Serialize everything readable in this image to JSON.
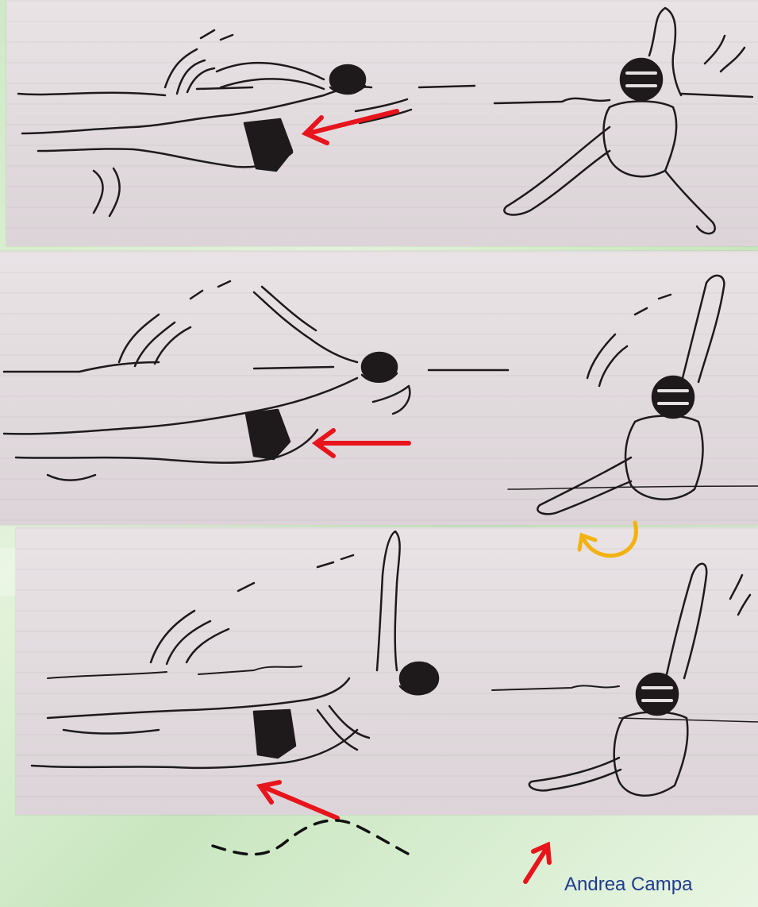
{
  "author": {
    "text": "Andrea Campa"
  },
  "colors": {
    "background": "#d7eed0",
    "paper": "#e6dfe2",
    "ink": "#1e1a1c",
    "arrow_red": "#e8141c",
    "arrow_orange": "#f2b20f",
    "dashes": "#111111",
    "caption": "#1f3b8f"
  },
  "panels": [
    {
      "id": "panel-1",
      "figures": [
        "swimmer-on-back-side-view",
        "swimmer-back-view-arm-raised"
      ],
      "arrows": [
        "red-arrow-left"
      ]
    },
    {
      "id": "panel-2",
      "figures": [
        "swimmer-on-back-side-view",
        "swimmer-back-view-arm-raised"
      ],
      "arrows": [
        "red-arrow-left",
        "orange-curved-arrow"
      ]
    },
    {
      "id": "panel-3",
      "figures": [
        "swimmer-on-back-side-view-arm-vertical",
        "swimmer-back-view-arm-raised"
      ],
      "arrows": [
        "red-arrow-diagonal",
        "red-arrow-up"
      ],
      "extras": [
        "dashed-wave-path"
      ]
    }
  ]
}
